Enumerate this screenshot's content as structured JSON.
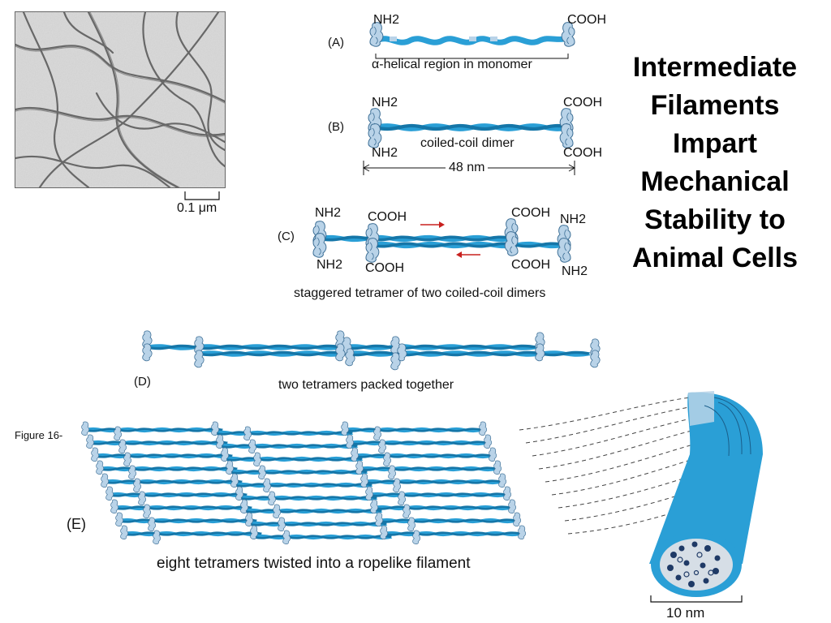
{
  "title_lines": [
    "Intermediate",
    "Filaments",
    "Impart",
    "Mechanical",
    "Stability to",
    "Animal Cells"
  ],
  "figure_label": "Figure 16-",
  "micrograph": {
    "scale_label": "0.1 μm"
  },
  "panel_a": {
    "label": "(A)",
    "n_term": "NH2",
    "c_term": "COOH",
    "caption": "α-helical region in monomer"
  },
  "panel_b": {
    "label": "(B)",
    "n_term_top": "NH2",
    "n_term_bottom": "NH2",
    "c_term_top": "COOH",
    "c_term_bottom": "COOH",
    "caption": "coiled-coil dimer",
    "length": "48 nm"
  },
  "panel_c": {
    "label": "(C)",
    "nh2_left_top": "NH2",
    "nh2_left_bottom": "NH2",
    "cooh_mid_top": "COOH",
    "cooh_mid_bottom": "COOH",
    "cooh_right_top": "COOH",
    "cooh_right_bottom": "COOH",
    "nh2_right_top": "NH2",
    "nh2_right_bottom": "NH2",
    "caption": "staggered tetramer of two coiled-coil dimers"
  },
  "panel_d": {
    "label": "(D)",
    "caption": "two tetramers packed together"
  },
  "panel_e": {
    "label": "(E)",
    "caption": "eight tetramers twisted into a ropelike filament",
    "diameter": "10 nm"
  },
  "colors": {
    "rod": "#2a9fd6",
    "rod_dark": "#1576a8",
    "head": "#b9d3e8",
    "head_edge": "#3d6f96",
    "arrow": "#c8201e"
  }
}
